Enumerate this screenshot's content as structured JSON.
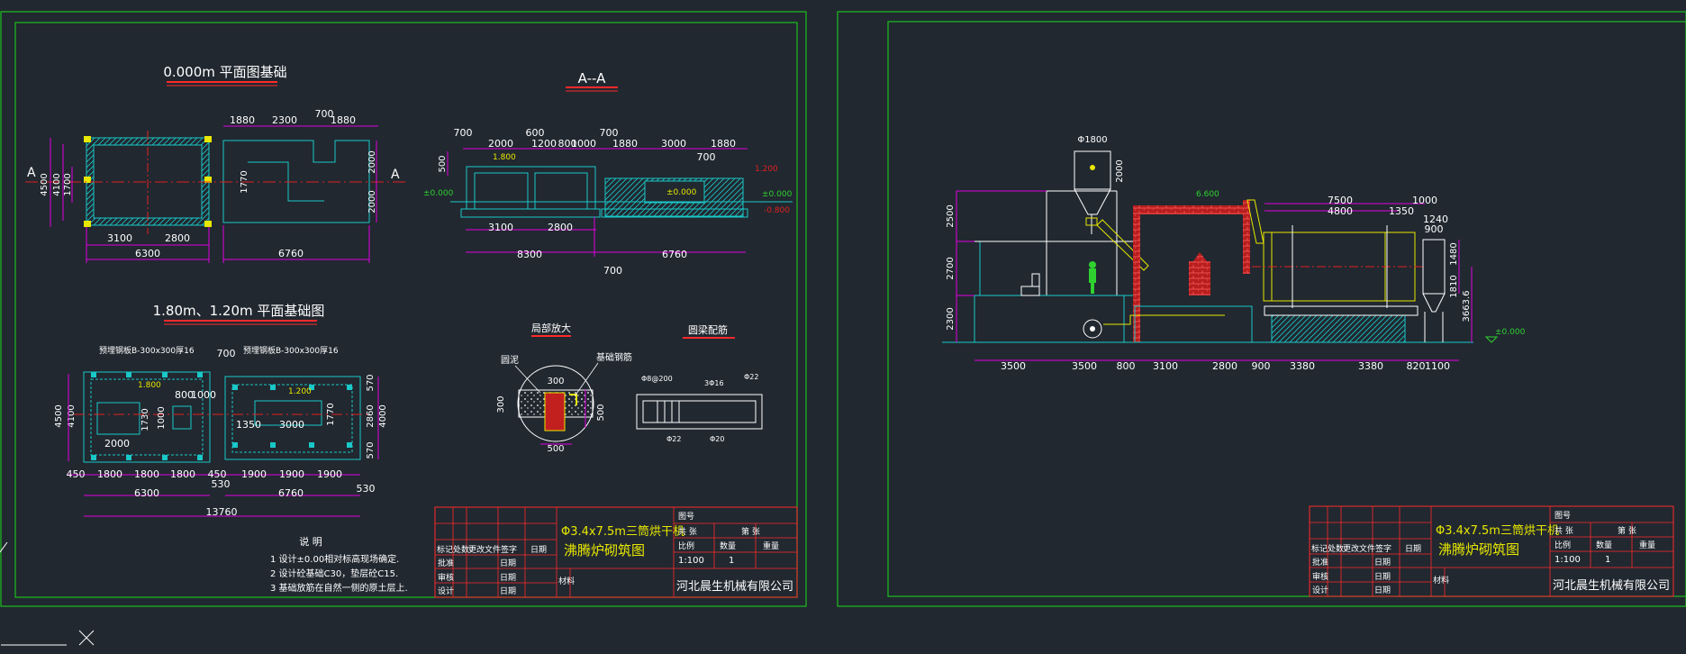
{
  "colors": {
    "bg": "#212830",
    "frame": "#1dbf1d",
    "dim": "#e100e1",
    "outline": "#19c8c8",
    "text": "#ffffff",
    "title_red": "#ff2a2a",
    "yellow": "#e8e800",
    "center": "#e02020",
    "brick": "#d12a2a",
    "green": "#2fd12f"
  },
  "sheet1": {
    "plan0": {
      "title": "0.000m 平面图基础",
      "top_dims": [
        "1880",
        "2300",
        "700",
        "1880"
      ],
      "left_dims": [
        "4500",
        "4100",
        "1700"
      ],
      "right_dims": [
        "2000",
        "2000"
      ],
      "inner_dim": "1770",
      "bottom_dims": [
        "3100",
        "2800"
      ],
      "totals": [
        "6300",
        "6760"
      ],
      "section_mark": "A"
    },
    "sectionAA": {
      "title": "A--A",
      "top_dims": [
        "700",
        "2000",
        "600",
        "1200",
        "800",
        "1000",
        "700",
        "1880",
        "3000",
        "1880"
      ],
      "height": "500",
      "levels": [
        "±0.000",
        "1.800",
        "±0.000",
        "1.200",
        "±0.000",
        "-0.800"
      ],
      "dim_700": "700",
      "bottom_dims": [
        "3100",
        "2800"
      ],
      "totals": [
        "8300",
        "6760"
      ],
      "below": "700"
    },
    "plan18": {
      "title": "1.80m、1.20m 平面基础图",
      "note_left": "预埋钢板B-300x300厚16",
      "note_right": "预埋钢板B-300x300厚16",
      "gap": "700",
      "level1": "1.800",
      "level2": "1.200",
      "small_dims": [
        "800",
        "1000"
      ],
      "left_dims": [
        "4500",
        "4100"
      ],
      "dims_1730": "1730",
      "dims_1000": "1000",
      "dims_2000": "2000",
      "dims_1350": "1350",
      "dims_3000": "3000",
      "dims_1770": "1770",
      "right_dims": [
        "570",
        "2860",
        "4000",
        "570"
      ],
      "bottom_row": [
        "450",
        "1800",
        "1800",
        "1800",
        "450",
        "1900",
        "1900",
        "1900"
      ],
      "d530a": "530",
      "d530b": "530",
      "totals": [
        "6300",
        "6760"
      ],
      "grand": "13760"
    },
    "detail": {
      "title": "局部放大",
      "label1": "圆泥",
      "label2": "基础钢筋",
      "d300top": "300",
      "d300left": "300",
      "d500": "500",
      "d500b": "500"
    },
    "steel": {
      "title": "圆梁配筋",
      "labels": [
        "Φ8@200",
        "3Φ16",
        "Φ22",
        "Φ22",
        "Φ20"
      ]
    },
    "notes": {
      "title": "说 明",
      "lines": [
        "1 设计±0.00相对标高现场确定.",
        "2 设计砼基础C30，垫层砼C15.",
        "3 基础放筋在自然一侧的原土层上."
      ]
    },
    "titleblock": {
      "product": "Φ3.4x7.5m三筒烘干机",
      "drawing": "沸腾炉砌筑图",
      "company": "河北晨生机械有限公司",
      "tuhao": "图号",
      "gong_zhang": "共  张",
      "di_zhang": "第  张",
      "scale_label": "比例",
      "qty_label": "数量",
      "weight_label": "重量",
      "scale": "1:100",
      "qty": "1",
      "material": "材料",
      "cols": [
        "标记",
        "处数",
        "更改文件",
        "签字",
        "日期"
      ],
      "rows": [
        [
          "批准",
          "日期"
        ],
        [
          "审核",
          "日期"
        ],
        [
          "设计",
          "日期"
        ]
      ]
    }
  },
  "sheet2": {
    "tank": "Φ1800",
    "tank_h": "2000",
    "level1": "6.600",
    "left_dims": [
      "2500",
      "2700",
      "2300"
    ],
    "top_dims": [
      "7500",
      "4800",
      "1350",
      "1000",
      "1240",
      "900"
    ],
    "right_dims": [
      "1480",
      "1810",
      "3663.6"
    ],
    "level0": "±0.000",
    "bottom_dims": [
      "3500",
      "3500",
      "800",
      "3100",
      "2800",
      "900",
      "3380",
      "3380",
      "820",
      "1100"
    ],
    "titleblock": {
      "product": "Φ3.4x7.5m三筒烘干机",
      "drawing": "沸腾炉砌筑图",
      "company": "河北晨生机械有限公司",
      "tuhao": "图号",
      "gong_zhang": "共  张",
      "di_zhang": "第  张",
      "scale_label": "比例",
      "qty_label": "数量",
      "weight_label": "重量",
      "scale": "1:100",
      "qty": "1",
      "material": "材料",
      "cols": [
        "标记",
        "处数",
        "更改文件",
        "签字",
        "日期"
      ],
      "rows": [
        [
          "批准",
          "日期"
        ],
        [
          "审核",
          "日期"
        ],
        [
          "设计",
          "日期"
        ]
      ]
    }
  }
}
